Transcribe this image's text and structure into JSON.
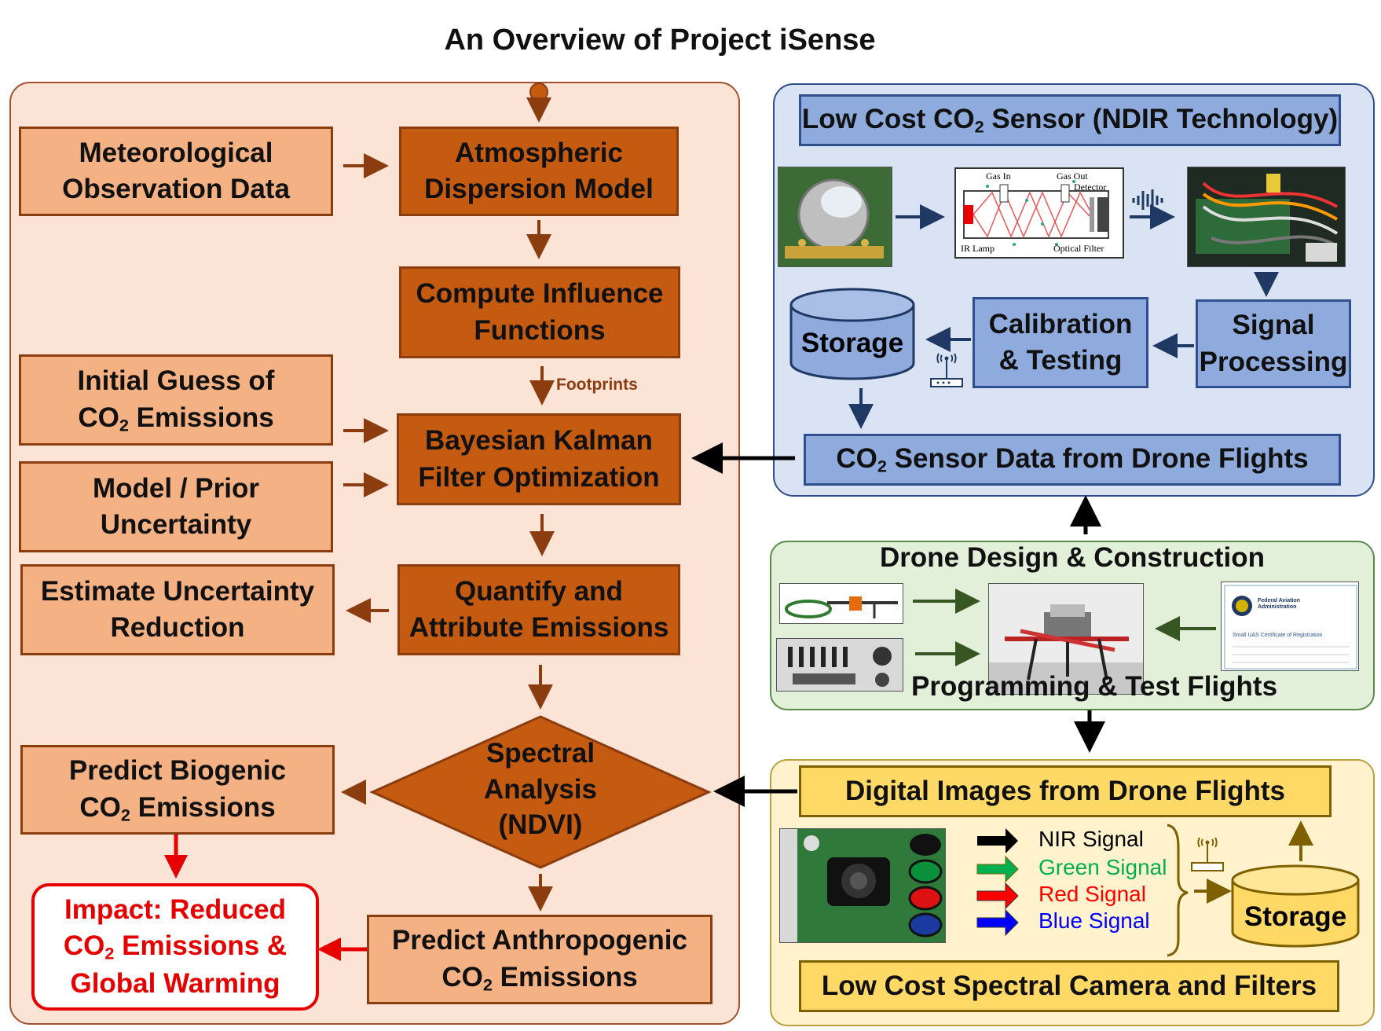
{
  "title": "An Overview of Project iSense",
  "left": {
    "met_data": "Meteorological\nObservation Data",
    "dispersion": "Atmospheric\nDispersion Model",
    "influence": "Compute Influence\nFunctions",
    "footprints": "Footprints",
    "initial_guess_1": "Initial Guess of",
    "initial_guess_2": "CO",
    "initial_guess_3": " Emissions",
    "uncertainty": "Model / Prior\nUncertainty",
    "kalman": "Bayesian Kalman\nFilter Optimization",
    "estimate": "Estimate Uncertainty\nReduction",
    "quantify": "Quantify  and\nAttribute Emissions",
    "spectral": [
      "Spectral",
      "Analysis",
      "(NDVI)"
    ],
    "biogenic_1": "Predict Biogenic",
    "biogenic_2": "CO",
    "biogenic_3": " Emissions",
    "anthro_1": "Predict Anthropogenic",
    "anthro_2": "CO",
    "anthro_3": " Emissions",
    "impact_1": "Impact:  Reduced",
    "impact_2": "CO",
    "impact_3": " Emissions &",
    "impact_4": "Global Warming",
    "sub2": "2"
  },
  "sensor": {
    "header_1": "Low Cost CO",
    "header_2": " Sensor (NDIR Technology)",
    "ndir_gas_in": "Gas In",
    "ndir_gas_out": "Gas Out",
    "ndir_detector": "Detector",
    "ndir_ir_lamp": "IR Lamp",
    "ndir_optical_filter": "Optical Filter",
    "storage": "Storage",
    "calibration": "Calibration\n& Testing",
    "signal_processing": "Signal\nProcessing",
    "data_1": "CO",
    "data_2": " Sensor Data from Drone Flights"
  },
  "drone": {
    "design": "Drone Design & Construction",
    "programming": "Programming & Test Flights",
    "faa_title": "Federal Aviation Administration",
    "faa_cert": "Small UAS Certificate of Registration"
  },
  "camera": {
    "images": "Digital Images from Drone Flights",
    "nir": "NIR Signal",
    "green": "Green Signal",
    "red": "Red Signal",
    "blue": "Blue Signal",
    "storage": "Storage",
    "footer": "Low Cost Spectral Camera and Filters"
  },
  "colors": {
    "light_orange": "#f4b183",
    "dark_orange": "#c55a11",
    "arrow_brown": "#8b3d0f",
    "impact_red": "#e60000",
    "sensor_blue": "#8faadc",
    "storage_yellow": "#ffd966",
    "nir": "#000000",
    "green": "#00b050",
    "red": "#ff0000",
    "blue": "#0000ff"
  }
}
